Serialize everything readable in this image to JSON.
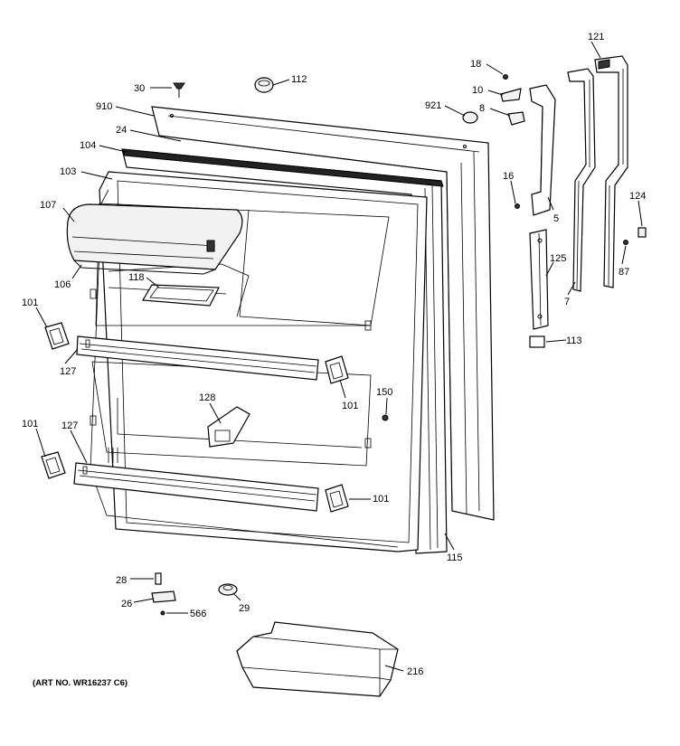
{
  "caption": "(ART NO. WR16237 C6)",
  "callouts": {
    "c30": "30",
    "c112": "112",
    "c18": "18",
    "c121": "121",
    "c10": "10",
    "c921": "921",
    "c8": "8",
    "c910": "910",
    "c24": "24",
    "c104": "104",
    "c103": "103",
    "c16": "16",
    "c124": "124",
    "c107": "107",
    "c5": "5",
    "c87": "87",
    "c106": "106",
    "c118": "118",
    "c125": "125",
    "c7": "7",
    "c101a": "101",
    "c113": "113",
    "c127a": "127",
    "c101b": "101",
    "c150": "150",
    "c128": "128",
    "c101c": "101",
    "c127b": "127",
    "c101d": "101",
    "c115": "115",
    "c28": "28",
    "c29": "29",
    "c26": "26",
    "c566": "566",
    "c216": "216"
  }
}
